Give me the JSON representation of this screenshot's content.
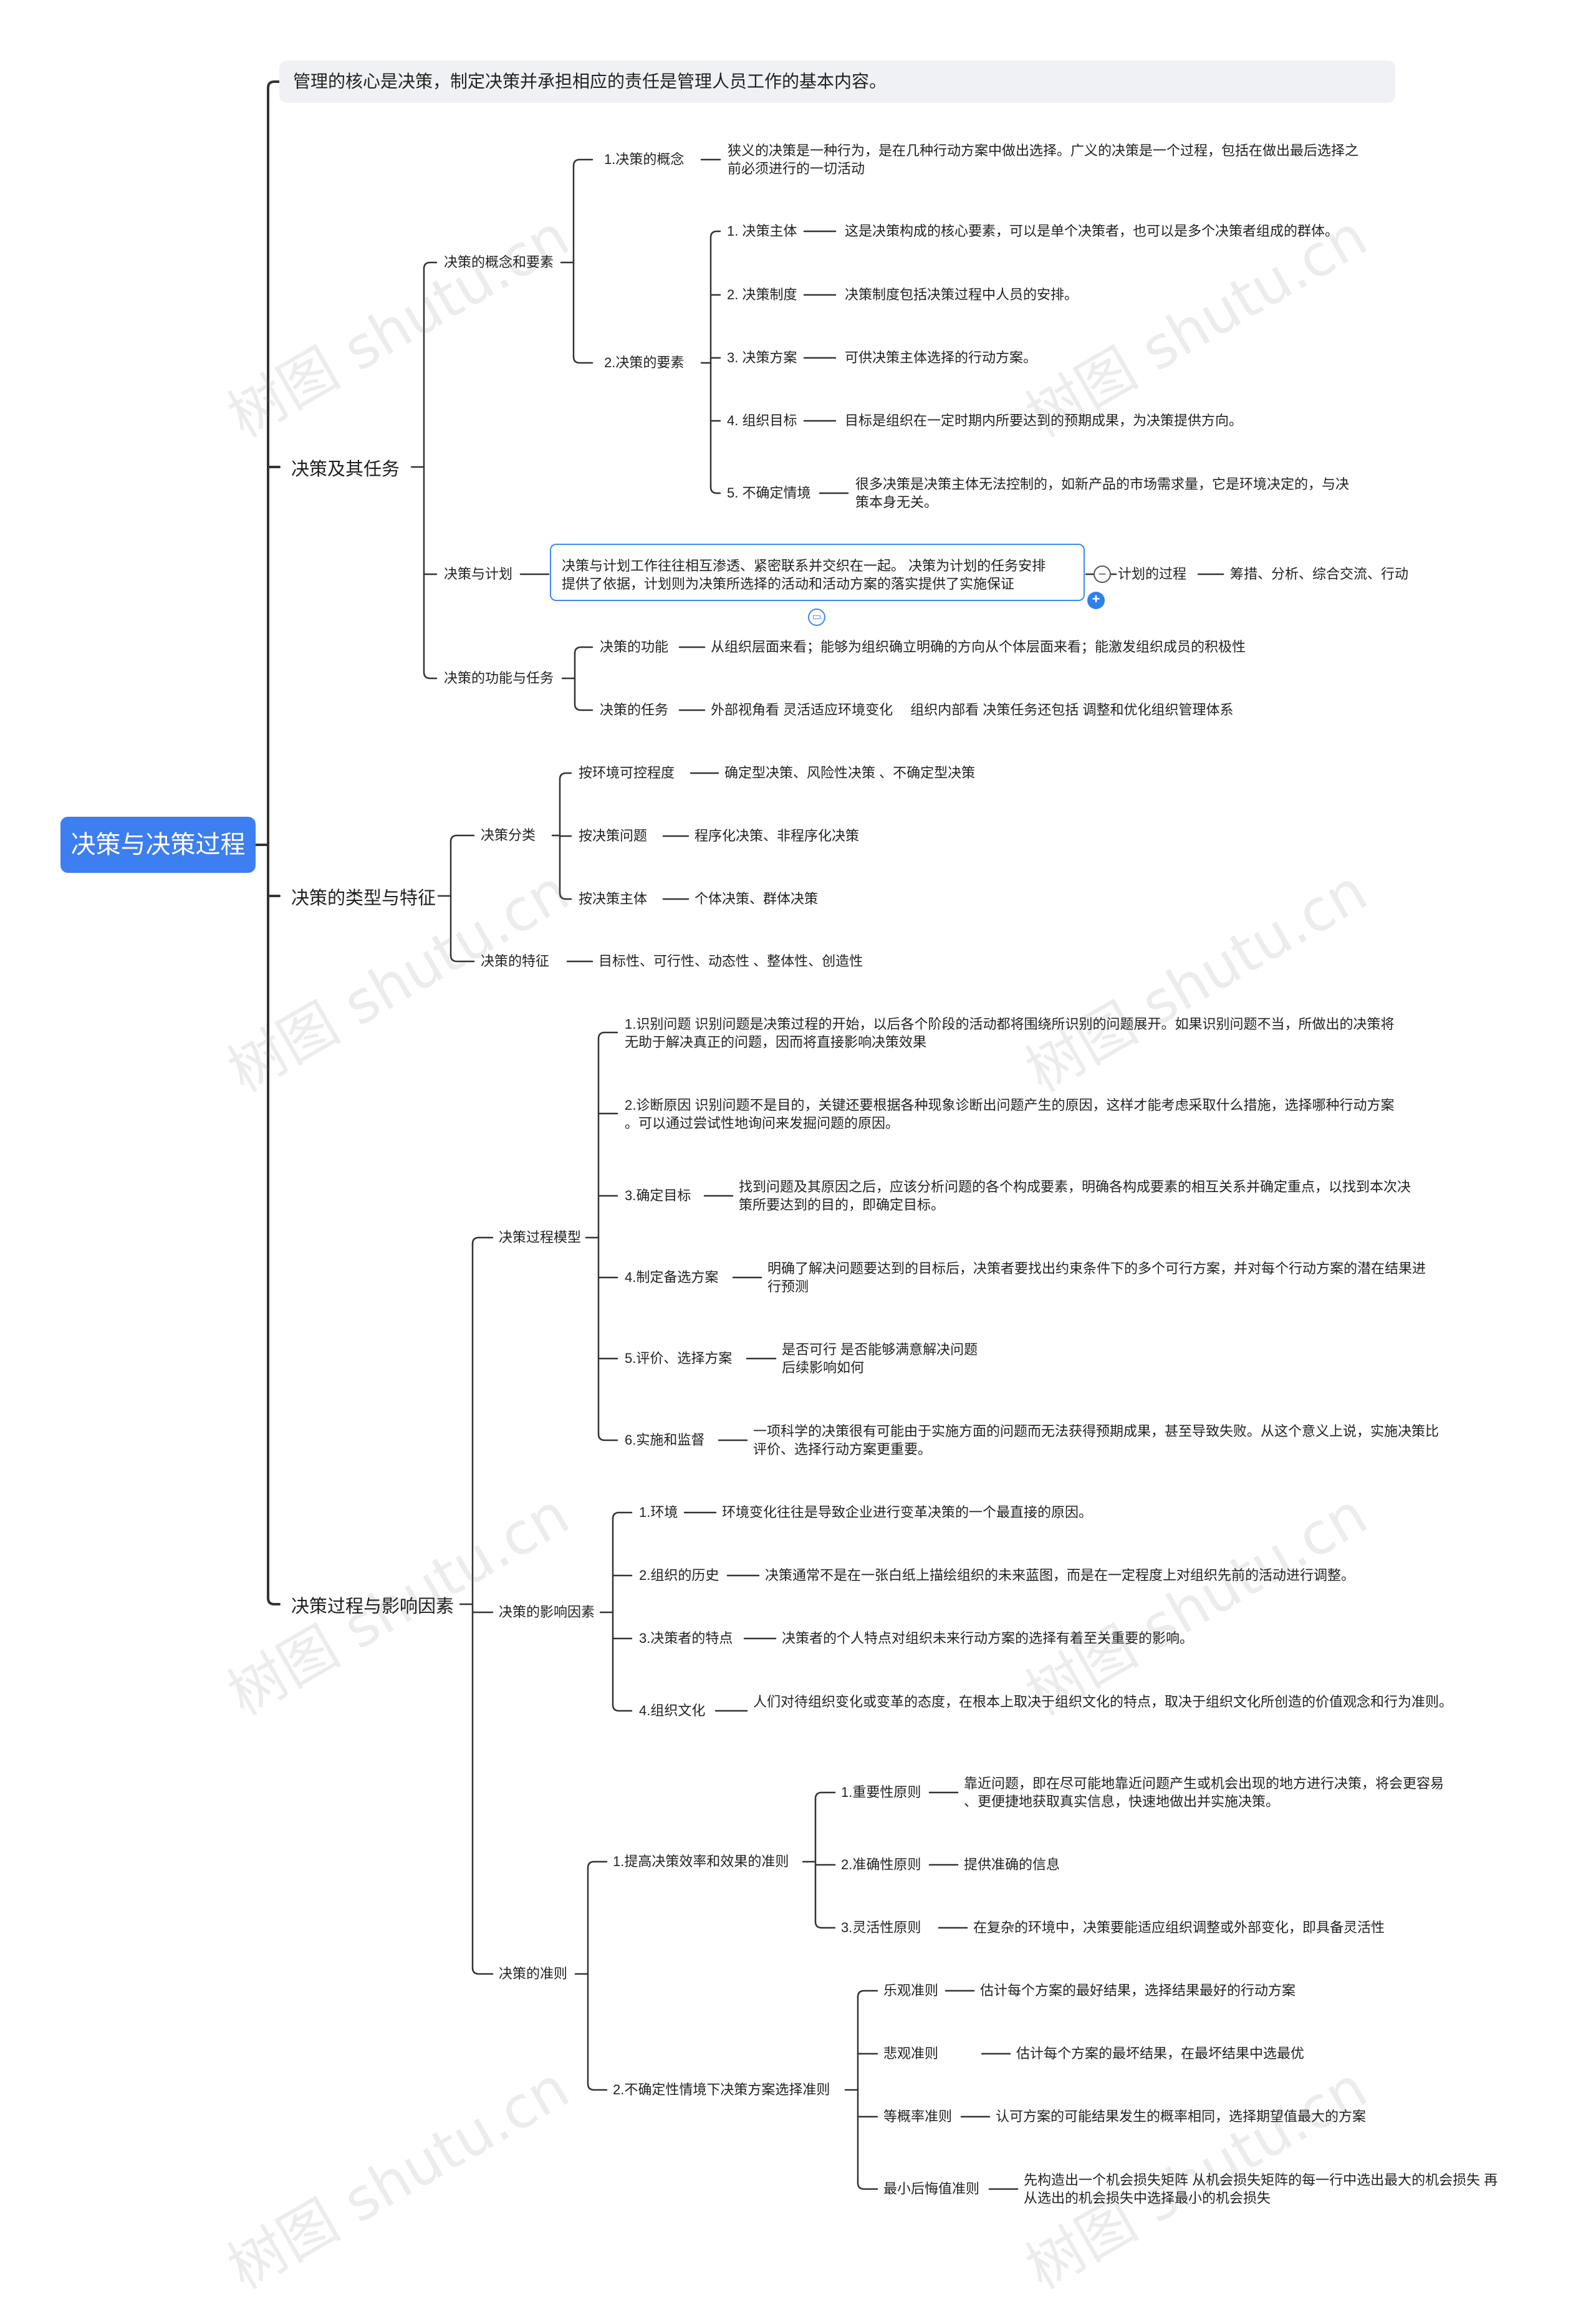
{
  "root": "决策与决策过程",
  "intro": "管理的核心是决策，制定决策并承担相应的责任是管理人员工作的基本内容。",
  "watermark": "树图 shutu.cn",
  "b1": {
    "title": "决策及其任务",
    "g1": "决策的概念和要素",
    "concept": "1.决策的概念",
    "concept_desc": [
      "狭义的决策是一种行为，是在几种行动方案中做出选择。广义的决策是一个过程，包括在做出最后选择之",
      "前必须进行的一切活动"
    ],
    "elements": "2.决策的要素",
    "el": [
      {
        "k": "1. 决策主体",
        "v": "这是决策构成的核心要素，可以是单个决策者，也可以是多个决策者组成的群体。"
      },
      {
        "k": "2. 决策制度",
        "v": "决策制度包括决策过程中人员的安排。"
      },
      {
        "k": "3. 决策方案",
        "v": "可供决策主体选择的行动方案。"
      },
      {
        "k": "4. 组织目标",
        "v": "目标是组织在一定时期内所要达到的预期成果，为决策提供方向。"
      },
      {
        "k": "5. 不确定情境",
        "v": [
          "很多决策是决策主体无法控制的，如新产品的市场需求量，它是环境决定的，与决",
          "策本身无关。"
        ]
      }
    ],
    "plan": "决策与计划",
    "plan_desc": [
      "决策与计划工作往往相互渗透、紧密联系并交织在一起。 决策为计划的任务安排",
      "提供了依据，计划则为决策所选择的活动和活动方案的落实提供了实施保证"
    ],
    "plan_proc": "计划的过程",
    "plan_proc_v": "筹措、分析、综合交流、行动",
    "g3": "决策的功能与任务",
    "func": "决策的功能",
    "func_v": "从组织层面来看；能够为组织确立明确的方向从个体层面来看；能激发组织成员的积极性",
    "task": "决策的任务",
    "task_v": "外部视角看 灵活适应环境变化　 组织内部看  决策任务还包括 调整和优化组织管理体系"
  },
  "b2": {
    "title": "决策的类型与特征",
    "cls": "决策分类",
    "c": [
      {
        "k": "按环境可控程度",
        "v": "确定型决策、风险性决策 、不确定型决策"
      },
      {
        "k": "按决策问题",
        "v": "程序化决策、非程序化决策"
      },
      {
        "k": "按决策主体",
        "v": "个体决策、群体决策"
      }
    ],
    "feat": "决策的特征",
    "feat_v": "目标性、可行性、动态性 、整体性、创造性"
  },
  "b3": {
    "title": "决策过程与影响因素",
    "model": "决策过程模型",
    "steps": [
      {
        "k": "",
        "v": [
          "1.识别问题  识别问题是决策过程的开始，以后各个阶段的活动都将围绕所识别的问题展开。如果识别问题不当，所做出的决策将",
          "无助于解决真正的问题，因而将直接影响决策效果"
        ]
      },
      {
        "k": "",
        "v": [
          "2.诊断原因   识别问题不是目的，关键还要根据各种现象诊断出问题产生的原因，这样才能考虑采取什么措施，选择哪种行动方案",
          "。可以通过尝试性地询问来发掘问题的原因。"
        ]
      },
      {
        "k": "3.确定目标",
        "v": [
          "找到问题及其原因之后，应该分析问题的各个构成要素，明确各构成要素的相互关系并确定重点，以找到本次决",
          "策所要达到的目的，即确定目标。"
        ]
      },
      {
        "k": "4.制定备选方案",
        "v": [
          "明确了解决问题要达到的目标后，决策者要找出约束条件下的多个可行方案，并对每个行动方案的潜在结果进",
          "行预测"
        ]
      },
      {
        "k": "5.评价、选择方案",
        "v": [
          "是否可行   是否能够满意解决问题",
          "后续影响如何"
        ]
      },
      {
        "k": "6.实施和监督",
        "v": [
          "一项科学的决策很有可能由于实施方面的问题而无法获得预期成果，甚至导致失败。从这个意义上说，实施决策比",
          "评价、选择行动方案更重要。"
        ]
      }
    ],
    "factors": "决策的影响因素",
    "f": [
      {
        "k": "1.环境",
        "v": "环境变化往往是导致企业进行变革决策的一个最直接的原因。"
      },
      {
        "k": "2.组织的历史",
        "v": "决策通常不是在一张白纸上描绘组织的未来蓝图，而是在一定程度上对组织先前的活动进行调整。"
      },
      {
        "k": "3.决策者的特点",
        "v": "决策者的个人特点对组织未来行动方案的选择有着至关重要的影响。"
      },
      {
        "k": "4.组织文化",
        "v": "人们对待组织变化或变革的态度，在根本上取决于组织文化的特点，取决于组织文化所创造的价值观念和行为准则。"
      }
    ],
    "criteria": "决策的准则",
    "eff": "1.提高决策效率和效果的准则",
    "e": [
      {
        "k": "1.重要性原则",
        "v": [
          "靠近问题，即在尽可能地靠近问题产生或机会出现的地方进行决策，将会更容易",
          "、更便捷地获取真实信息，快速地做出并实施决策。"
        ]
      },
      {
        "k": "2.准确性原则",
        "v": [
          "提供准确的信息"
        ]
      },
      {
        "k": "3.灵活性原则",
        "v": [
          "在复杂的环境中，决策要能适应组织调整或外部变化，即具备灵活性"
        ]
      }
    ],
    "unc": "2.不确定性情境下决策方案选择准则",
    "u": [
      {
        "k": "乐观准则",
        "v": [
          "估计每个方案的最好结果，选择结果最好的行动方案"
        ]
      },
      {
        "k": "悲观准则",
        "v": [
          "估计每个方案的最坏结果，在最坏结果中选最优"
        ]
      },
      {
        "k": "等概率准则",
        "v": [
          "认可方案的可能结果发生的概率相同，选择期望值最大的方案"
        ]
      },
      {
        "k": "最小后悔值准则",
        "v": [
          "先构造出一个机会损失矩阵  从机会损失矩阵的每一行中选出最大的机会损失  再",
          "从选出的机会损失中选择最小的机会损失"
        ]
      }
    ]
  }
}
